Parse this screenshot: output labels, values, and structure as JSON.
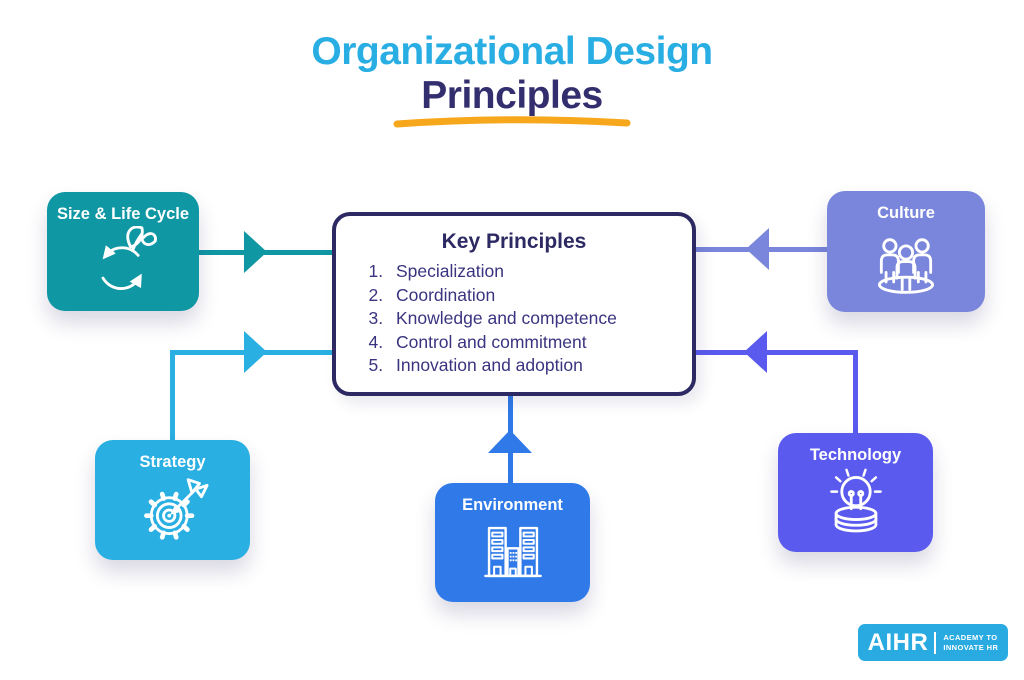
{
  "title": {
    "line1": "Organizational Design",
    "line2": "Principles",
    "line1_color": "#29AEE4",
    "line2_color": "#332E6E",
    "underline_color": "#F7A71B"
  },
  "center_box": {
    "title": "Key Principles",
    "border_color": "#2D2963",
    "text_color": "#3A3480",
    "items": [
      "Specialization",
      "Coordination",
      "Knowledge and competence",
      "Control and commitment",
      "Innovation and adoption"
    ]
  },
  "factors": [
    {
      "label": "Size & Life Cycle",
      "color": "#0F97A4",
      "icon": "life-cycle-icon"
    },
    {
      "label": "Culture",
      "color": "#7A86DB",
      "icon": "people-group-icon"
    },
    {
      "label": "Strategy",
      "color": "#29AFE2",
      "icon": "target-gear-icon"
    },
    {
      "label": "Environment",
      "color": "#2F7AE8",
      "icon": "buildings-icon"
    },
    {
      "label": "Technology",
      "color": "#5A5BEE",
      "icon": "bulb-stack-icon"
    }
  ],
  "logo": {
    "brand": "AIHR",
    "tagline_line1": "ACADEMY TO",
    "tagline_line2": "INNOVATE HR",
    "bg": "#29ABE2"
  }
}
